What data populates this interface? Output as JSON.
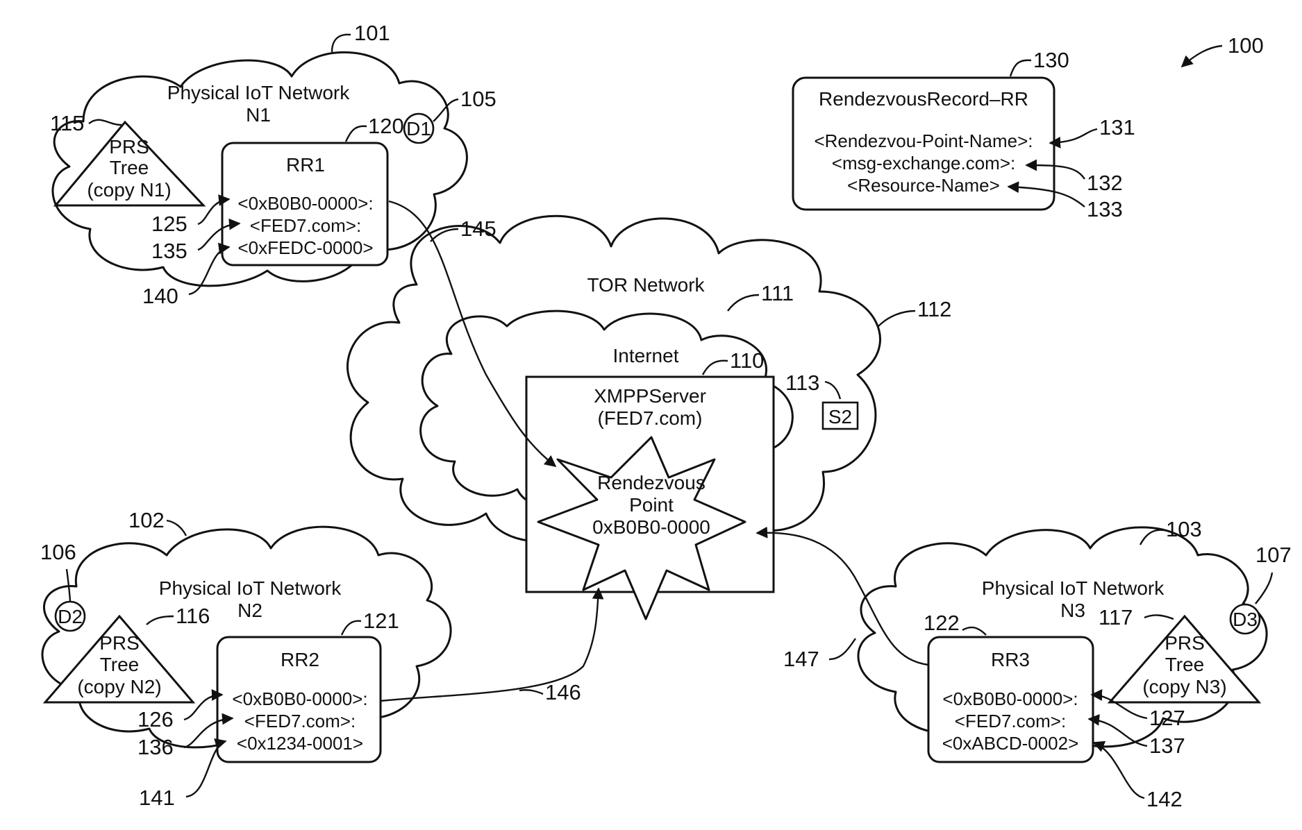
{
  "figure_number": "100",
  "rendezvous_record": {
    "ref": "130",
    "title": "RendezvousRecord–RR",
    "lines": [
      {
        "text": "<Rendezvou-Point-Name>:",
        "ref": "131"
      },
      {
        "text": "<msg-exchange.com>:",
        "ref": "132"
      },
      {
        "text": "<Resource-Name>",
        "ref": "133"
      }
    ]
  },
  "networks": {
    "n1": {
      "ref": "101",
      "title": "Physical IoT Network",
      "name": "N1",
      "device": {
        "label": "D1",
        "ref": "105"
      },
      "tree": {
        "line1": "PRS",
        "line2": "Tree",
        "line3": "(copy N1)",
        "ref": "115"
      },
      "record": {
        "ref": "120",
        "title": "RR1",
        "lines": [
          "<0xB0B0-0000>:",
          "<FED7.com>:",
          "<0xFEDC-0000>"
        ],
        "line_refs": [
          "125",
          "135",
          "140"
        ]
      }
    },
    "n2": {
      "ref": "102",
      "title": "Physical IoT Network",
      "name": "N2",
      "device": {
        "label": "D2",
        "ref": "106"
      },
      "tree": {
        "line1": "PRS",
        "line2": "Tree",
        "line3": "(copy N2)",
        "ref": "116"
      },
      "record": {
        "ref": "121",
        "title": "RR2",
        "lines": [
          "<0xB0B0-0000>:",
          "<FED7.com>:",
          "<0x1234-0001>"
        ],
        "line_refs": [
          "126",
          "136",
          "141"
        ]
      }
    },
    "n3": {
      "ref": "103",
      "title": "Physical IoT Network",
      "name": "N3",
      "device": {
        "label": "D3",
        "ref": "107"
      },
      "tree": {
        "line1": "PRS",
        "line2": "Tree",
        "line3": "(copy N3)",
        "ref": "117"
      },
      "record": {
        "ref": "122",
        "title": "RR3",
        "lines": [
          "<0xB0B0-0000>:",
          "<FED7.com>:",
          "<0xABCD-0002>"
        ],
        "line_refs": [
          "127",
          "137",
          "142"
        ]
      }
    }
  },
  "tor": {
    "label": "TOR Network",
    "ref": "112"
  },
  "internet": {
    "label": "Internet",
    "ref": "111"
  },
  "server": {
    "line1": "XMPPServer",
    "line2": "(FED7.com)",
    "ref": "110",
    "s2_label": "S2",
    "s2_ref": "113"
  },
  "rendezvous_point": {
    "line1": "Rendezvous",
    "line2": "Point",
    "line3": "0xB0B0-0000"
  },
  "links": {
    "l1": "145",
    "l2": "146",
    "l3": "147"
  }
}
